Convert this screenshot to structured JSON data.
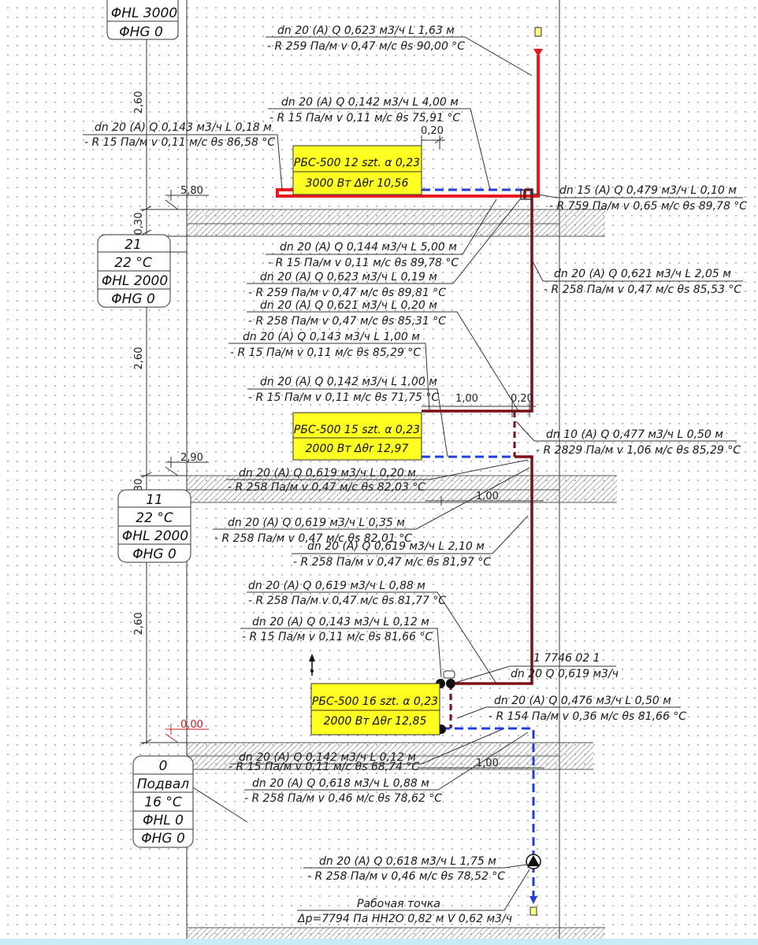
{
  "colors": {
    "supply": "#e8191f",
    "return": "#1f3de0",
    "riser": "#7a0f14",
    "box": "#ffff22",
    "text": "#1a1a1a"
  },
  "floors": [
    {
      "id": "top-partial",
      "lines": [
        "ΦHL 3000",
        "ΦHG 0"
      ]
    },
    {
      "id": "floor-2",
      "lines": [
        "21",
        "22 °C",
        "ΦHL 2000",
        "ΦHG 0"
      ]
    },
    {
      "id": "floor-1",
      "lines": [
        "11",
        "22 °C",
        "ΦHL 2000",
        "ΦHG 0"
      ]
    },
    {
      "id": "basement",
      "lines": [
        "0",
        "Подвал",
        "16 °C",
        "ΦHL 0",
        "ΦHG 0"
      ]
    }
  ],
  "heights": [
    "2,60",
    "0,30",
    "2,60",
    "0,30",
    "2,60"
  ],
  "levels": [
    "5,80",
    "2,90",
    "0,00"
  ],
  "radiators": [
    {
      "line1": "РБС-500 12 szt. α 0,23",
      "line2": "3000 Вт Δθr 10,56"
    },
    {
      "line1": "РБС-500 15 szt. α 0,23",
      "line2": "2000 Вт Δθr 12,97"
    },
    {
      "line1": "РБС-500 16 szt. α 0,23",
      "line2": "2000 Вт Δθr 12,85"
    }
  ],
  "labels": [
    {
      "l1": "dn 20 (A) Q 0,623 м3/ч L 1,63 м",
      "l2": "- R 259 Па/м v 0,47 м/с θs 90,00 °C"
    },
    {
      "l1": "dn 20 (A) Q 0,142 м3/ч L 4,00 м",
      "l2": "- R 15 Па/м v 0,11 м/с θs 75,91 °C"
    },
    {
      "l1": "dn 20 (A) Q 0,143 м3/ч L 0,18 м",
      "l2": "- R 15 Па/м v 0,11 м/с θs 86,58 °C"
    },
    {
      "l1": "dn 15 (A) Q 0,479 м3/ч L 0,10 м",
      "l2": "- R 759 Па/м v 0,65 м/с θs 89,78 °C"
    },
    {
      "l1": "dn 20 (A) Q 0,144 м3/ч L 5,00 м",
      "l2": "- R 15 Па/м v 0,11 м/с θs 89,78 °C"
    },
    {
      "l1": "dn 20 (A) Q 0,623 м3/ч L 0,19 м",
      "l2": "- R 259 Па/м v 0,47 м/с θs 89,81 °C"
    },
    {
      "l1": "dn 20 (A) Q 0,621 м3/ч L 2,05 м",
      "l2": "- R 258 Па/м v 0,47 м/с θs 85,53 °C"
    },
    {
      "l1": "dn 20 (A) Q 0,621 м3/ч L 0,20 м",
      "l2": "- R 258 Па/м v 0,47 м/с θs 85,31 °C"
    },
    {
      "l1": "dn 20 (A) Q 0,143 м3/ч L 1,00 м",
      "l2": "- R 15 Па/м v 0,11 м/с θs 85,29 °C"
    },
    {
      "l1": "dn 20 (A) Q 0,142 м3/ч L 1,00 м",
      "l2": "- R 15 Па/м v 0,11 м/с θs 71,75 °C"
    },
    {
      "l1": "dn 10 (A) Q 0,477 м3/ч L 0,50 м",
      "l2": "- R 2829 Па/м v 1,06 м/с θs 85,29 °C"
    },
    {
      "l1": "dn 20 (A) Q 0,619 м3/ч L 0,20 м",
      "l2": "- R 258 Па/м v 0,47 м/с θs 82,03 °C"
    },
    {
      "l1": "dn 20 (A) Q 0,619 м3/ч L 0,35 м",
      "l2": "- R 258 Па/м v 0,47 м/с θs 82,01 °C"
    },
    {
      "l1": "dn 20 (A) Q 0,619 м3/ч L 2,10 м",
      "l2": "- R 258 Па/м v 0,47 м/с θs 81,97 °C"
    },
    {
      "l1": "dn 20 (A) Q 0,619 м3/ч L 0,88 м",
      "l2": "- R 258 Па/м v 0,47 м/с θs 81,77 °C"
    },
    {
      "l1": "dn 20 (A) Q 0,143 м3/ч L 0,12 м",
      "l2": "- R 15 Па/м v 0,11 м/с θs 81,66 °C"
    },
    {
      "l1": "1 7746 02 1",
      "l2": "dn 20 Q 0,619 м3/ч"
    },
    {
      "l1": "dn 20 (A) Q 0,476 м3/ч L 0,50 м",
      "l2": "- R 154 Па/м v 0,36 м/с θs 81,66 °C"
    },
    {
      "l1": "dn 20 (A) Q 0,142 м3/ч L 0,12 м",
      "l2": "- R 15 Па/м v 0,11 м/с θs 68,74 °C"
    },
    {
      "l1": "dn 20 (A) Q 0,618 м3/ч L 0,88 м",
      "l2": "- R 258 Па/м v 0,46 м/с θs 78,62 °C"
    },
    {
      "l1": "dn 20 (A) Q 0,618 м3/ч L 1,75 м",
      "l2": "- R 258 Па/м v 0,46 м/с θs 78,52 °C"
    },
    {
      "l1": "Рабочая точка",
      "l2": "Δp=7794 Па HH2O 0,82 м V 0,62 м3/ч"
    }
  ],
  "dims": [
    "0,20",
    "1,00",
    "0,20",
    "1,00",
    "1,00"
  ]
}
